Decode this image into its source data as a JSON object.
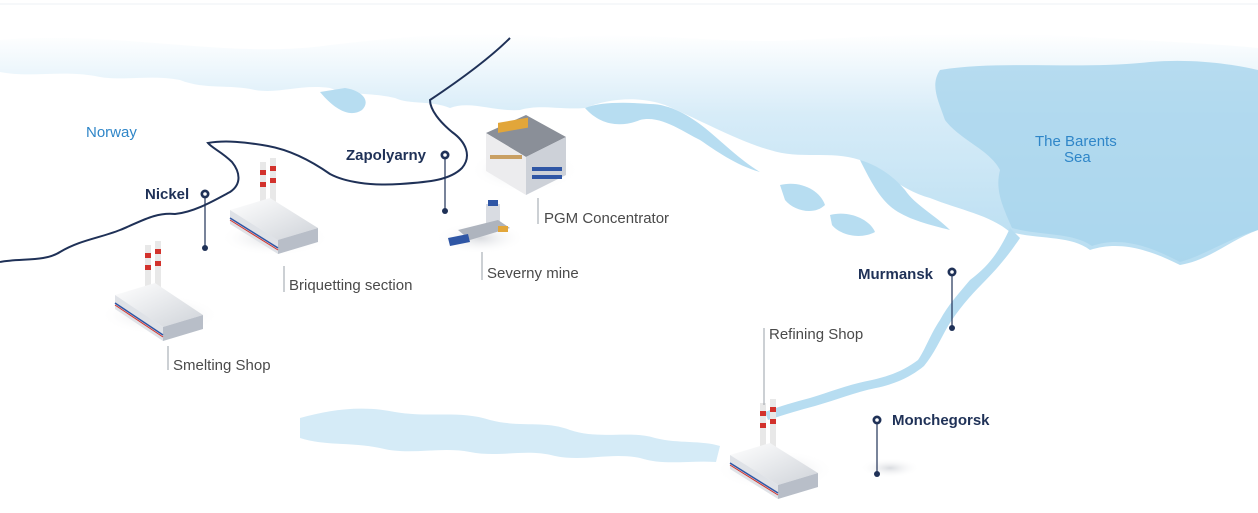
{
  "map": {
    "regions": {
      "norway": "Norway",
      "barents_sea_line1": "The Barents",
      "barents_sea_line2": "Sea"
    },
    "cities": {
      "nickel": "Nickel",
      "zapolyarny": "Zapolyarny",
      "murmansk": "Murmansk",
      "monchegorsk": "Monchegorsk"
    },
    "facilities": {
      "pgm_concentrator": "PGM Concentrator",
      "briquetting_section": "Briquetting section",
      "severny_mine": "Severny mine",
      "smelting_shop": "Smelting Shop",
      "refining_shop": "Refining Shop"
    }
  },
  "colors": {
    "water": "#b7ddf1",
    "deep_water": "#9fcfea",
    "border": "#1f3157",
    "city_text": "#1f3157",
    "region_text": "#2f86c8",
    "facility_text": "#4a4a4a",
    "chimney_stripe": "#d2322c"
  }
}
